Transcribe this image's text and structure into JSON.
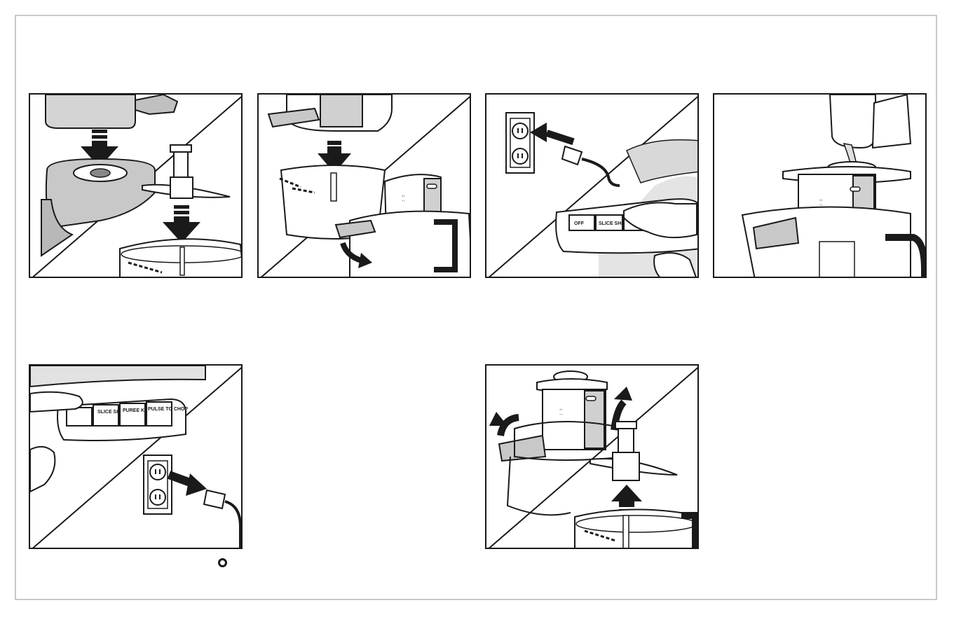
{
  "panels": [
    {
      "id": "step-1",
      "illustration": "install-bowl-and-blade"
    },
    {
      "id": "step-2",
      "illustration": "attach-lid-and-lock"
    },
    {
      "id": "step-3",
      "illustration": "plug-in-and-press-button",
      "buttons": [
        "OFF",
        "SLICE SHRED"
      ]
    },
    {
      "id": "step-4",
      "illustration": "pour-liquid-through-feed-tube"
    },
    {
      "id": "step-5",
      "illustration": "press-off-and-unplug",
      "buttons": [
        "SLICE SHRED",
        "PUREE KNEAD",
        "PULSE TO CHOP"
      ]
    },
    {
      "id": "step-6",
      "illustration": "remove-lid-and-blade"
    }
  ],
  "icons": {
    "arrow": "arrow-icon",
    "outlet": "outlet-icon",
    "plug": "plug-icon",
    "ring": "ring-marker-icon"
  },
  "colors": {
    "line": "#1a1a1a",
    "shade": "#9a9a9a",
    "frame": "#c8c8c8"
  }
}
